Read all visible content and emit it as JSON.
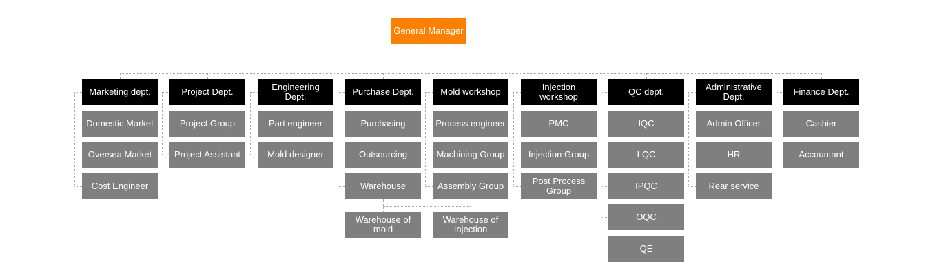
{
  "org_chart": {
    "root": {
      "label": "General Manager"
    },
    "departments": [
      {
        "label": "Marketing dept.",
        "children": [
          "Domestic Market",
          "Oversea Market",
          "Cost Engineer"
        ]
      },
      {
        "label": "Project Dept.",
        "children": [
          "Project Group",
          "Project Assistant"
        ]
      },
      {
        "label": "Engineering Dept.",
        "children": [
          "Part engineer",
          "Mold designer"
        ]
      },
      {
        "label": "Purchase Dept.",
        "children": [
          "Purchasing",
          "Outsourcing",
          "Warehouse"
        ],
        "warehouse_children": [
          "Warehouse of mold",
          "Warehouse of Injection"
        ]
      },
      {
        "label": "Mold workshop",
        "children": [
          "Process engineer",
          "Machining Group",
          "Assembly Group"
        ]
      },
      {
        "label": "Injection workshop",
        "children": [
          "PMC",
          "Injection Group",
          "Post Process Group"
        ]
      },
      {
        "label": "QC dept.",
        "children": [
          "IQC",
          "LQC",
          "IPQC",
          "OQC",
          "QE"
        ]
      },
      {
        "label": "Administrative Dept.",
        "children": [
          "Admin Officer",
          "HR",
          "Rear service"
        ]
      },
      {
        "label": "Finance Dept.",
        "children": [
          "Cashier",
          "Accountant"
        ]
      }
    ]
  },
  "colors": {
    "root": "#ff8000",
    "department": "#000000",
    "subunit": "#7f7f7f",
    "connector": "#a6a6a6",
    "text": "#ffffff"
  }
}
